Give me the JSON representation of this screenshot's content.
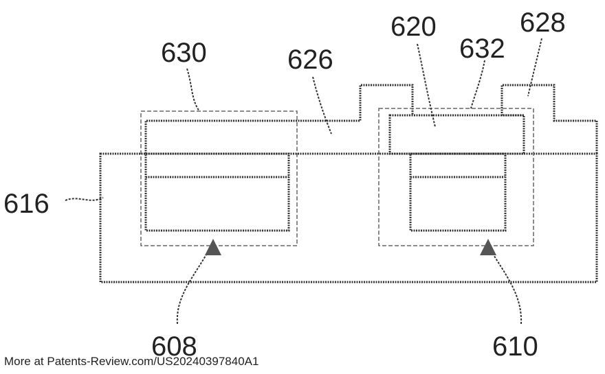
{
  "labels": {
    "l616": "616",
    "l630": "630",
    "l626": "626",
    "l620": "620",
    "l632": "632",
    "l628": "628",
    "l608": "608",
    "l610": "610"
  },
  "footer": "More at Patents-Review.com/US20240397840A1"
}
